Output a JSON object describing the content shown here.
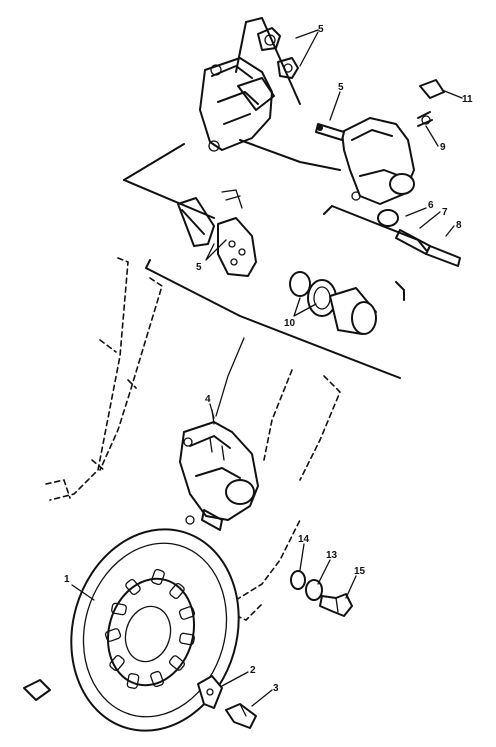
{
  "diagram": {
    "callouts": [
      {
        "id": "c1",
        "text": "1"
      },
      {
        "id": "c2",
        "text": "2"
      },
      {
        "id": "c3",
        "text": "3"
      },
      {
        "id": "c4",
        "text": "4"
      },
      {
        "id": "c5a",
        "text": "5"
      },
      {
        "id": "c5b",
        "text": "5"
      },
      {
        "id": "c5c",
        "text": "5"
      },
      {
        "id": "c6",
        "text": "6"
      },
      {
        "id": "c7",
        "text": "7"
      },
      {
        "id": "c8",
        "text": "8"
      },
      {
        "id": "c9",
        "text": "9"
      },
      {
        "id": "c10",
        "text": "10"
      },
      {
        "id": "c11",
        "text": "11"
      },
      {
        "id": "c13",
        "text": "13"
      },
      {
        "id": "c14",
        "text": "14"
      },
      {
        "id": "c15",
        "text": "15"
      }
    ]
  }
}
